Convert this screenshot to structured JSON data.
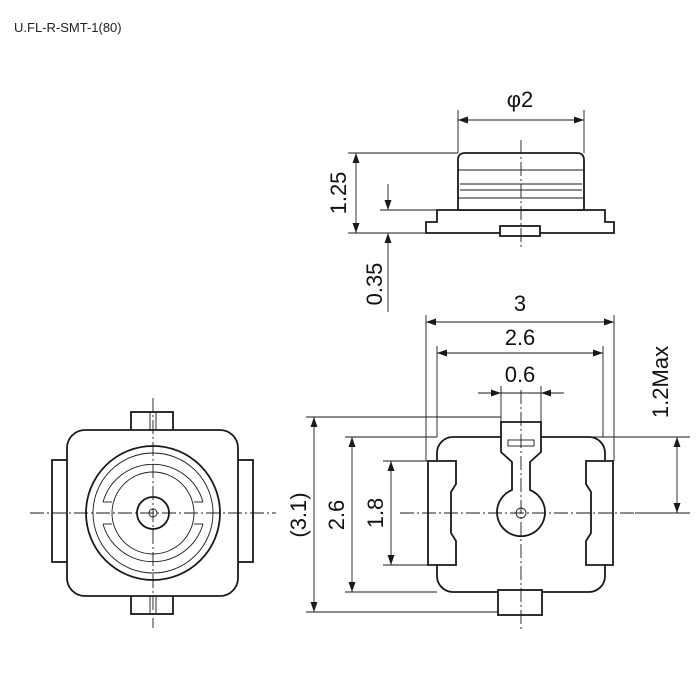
{
  "title": "U.FL-R-SMT-1(80)",
  "dimensions": {
    "top_diameter": "φ2",
    "side_height": "1.25",
    "base_thickness": "0.35",
    "width_overall": "3",
    "width_body": "2.6",
    "pin_width": "0.6",
    "max_offset": "1.2Max",
    "depth_overall": "(3.1)",
    "depth_body": "2.6",
    "pad_length": "1.8"
  },
  "colors": {
    "line": "#1a1a1a",
    "background": "#ffffff"
  }
}
